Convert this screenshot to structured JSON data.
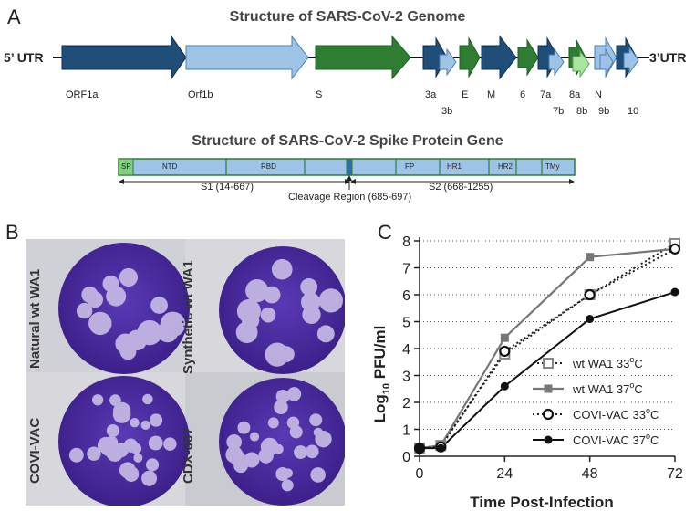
{
  "panels": {
    "a": "A",
    "b": "B",
    "c": "C"
  },
  "genome": {
    "title": "Structure of SARS-CoV-2 Genome",
    "utr5": "5’ UTR",
    "utr3": "3’UTR",
    "genes": [
      "ORF1a",
      "Orf1b",
      "S",
      "3a",
      "3b",
      "E",
      "M",
      "6",
      "7a",
      "7b",
      "8a",
      "8b",
      "N",
      "9b",
      "10"
    ]
  },
  "spike": {
    "title": "Structure of SARS-CoV-2 Spike Protein Gene",
    "domains": [
      "SP",
      "NTD",
      "RBD",
      "FP",
      "HR1",
      "HR2",
      "TMy"
    ],
    "s1": "S1 (14-667)",
    "s2": "S2 (668-1255)",
    "cleavage": "Cleavage Region (685-697)"
  },
  "plates": [
    "Natural wt WA1",
    "Synthetic wt WA1",
    "COVI-VAC",
    "CDX-007"
  ],
  "colors": {
    "dark_blue": "#1f4e79",
    "light_blue": "#9dc3e6",
    "green": "#2e7d32",
    "light_green": "#a8e6a0",
    "plate_purple": "#4a2a9a",
    "gray_series": "#777777",
    "black_series": "#111111"
  },
  "chart_data": {
    "type": "line",
    "xlabel": "Time Post-Infection",
    "ylabel": "Log10 PFU/ml",
    "xticks": [
      0,
      24,
      48,
      72
    ],
    "yticks": [
      0,
      1,
      2,
      3,
      4,
      5,
      6,
      7,
      8
    ],
    "xlim": [
      0,
      72
    ],
    "ylim": [
      0,
      8
    ],
    "grid": "horizontal dotted",
    "legend_position": "bottom-right",
    "series": [
      {
        "name": "wt WA1 33oC",
        "label_main": "wt WA1 33",
        "label_sup": "o",
        "label_end": "C",
        "style": "dotted gray, open square",
        "x": [
          0,
          6,
          24,
          48,
          72
        ],
        "y": [
          0.3,
          0.4,
          3.8,
          6.0,
          7.9
        ]
      },
      {
        "name": "wt WA1 37oC",
        "label_main": "wt WA1 37",
        "label_sup": "o",
        "label_end": "C",
        "style": "solid gray, filled square",
        "x": [
          0,
          6,
          24,
          48,
          72
        ],
        "y": [
          0.3,
          0.4,
          4.4,
          7.4,
          7.7
        ]
      },
      {
        "name": "COVI-VAC 33oC",
        "label_main": "COVI-VAC 33",
        "label_sup": "o",
        "label_end": "C",
        "style": "dotted black, open circle",
        "x": [
          0,
          6,
          24,
          48,
          72
        ],
        "y": [
          0.3,
          0.35,
          3.9,
          6.0,
          7.7
        ]
      },
      {
        "name": "COVI-VAC 37oC",
        "label_main": "COVI-VAC 37",
        "label_sup": "o",
        "label_end": "C",
        "style": "solid black, filled circle",
        "x": [
          0,
          6,
          24,
          48,
          72
        ],
        "y": [
          0.3,
          0.3,
          2.6,
          5.1,
          6.1
        ]
      }
    ]
  }
}
